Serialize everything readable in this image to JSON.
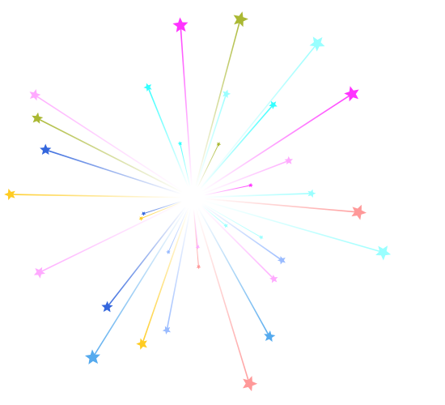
{
  "scene": {
    "type": "star-burst",
    "background": "#ffffff",
    "palette": {
      "magenta": "#ff33ff",
      "olive": "#aab833",
      "light_cyan": "#99ffff",
      "pink": "#ffaaff",
      "cyan": "#33ffff",
      "royal_blue": "#3366dd",
      "gold": "#ffcc22",
      "salmon": "#ff9999",
      "sky_blue": "#55aaee",
      "periwinkle": "#99bbff"
    },
    "rays": [
      {
        "color": "magenta",
        "length": 0.87,
        "star": "large"
      },
      {
        "color": "olive",
        "length": 0.93,
        "star": "large"
      },
      {
        "color": "light_cyan",
        "length": 1.0,
        "star": "large"
      },
      {
        "color": "pink",
        "length": 0.95,
        "star": "medium"
      },
      {
        "color": "olive",
        "length": 0.88,
        "star": "medium"
      },
      {
        "color": "royal_blue",
        "length": 0.78,
        "star": "medium"
      },
      {
        "color": "cyan",
        "length": 0.6,
        "star": "small"
      },
      {
        "color": "light_cyan",
        "length": 0.55,
        "star": "small"
      },
      {
        "color": "cyan",
        "length": 0.62,
        "star": "small"
      },
      {
        "color": "magenta",
        "length": 0.96,
        "star": "large"
      },
      {
        "color": "pink",
        "length": 0.52,
        "star": "small"
      },
      {
        "color": "magenta",
        "length": 0.3,
        "star": "tiny"
      },
      {
        "color": "light_cyan",
        "length": 0.6,
        "star": "small"
      },
      {
        "color": "salmon",
        "length": 0.84,
        "star": "large"
      },
      {
        "color": "light_cyan",
        "length": 1.0,
        "star": "large"
      },
      {
        "color": "light_cyan",
        "length": 0.4,
        "star": "tiny"
      },
      {
        "color": "periwinkle",
        "length": 0.55,
        "star": "small"
      },
      {
        "color": "pink",
        "length": 0.58,
        "star": "small"
      },
      {
        "color": "sky_blue",
        "length": 0.8,
        "star": "medium"
      },
      {
        "color": "salmon",
        "length": 0.98,
        "star": "large"
      },
      {
        "color": "salmon",
        "length": 0.35,
        "star": "tiny"
      },
      {
        "color": "periwinkle",
        "length": 0.68,
        "star": "small"
      },
      {
        "color": "gold",
        "length": 0.78,
        "star": "medium"
      },
      {
        "color": "sky_blue",
        "length": 0.95,
        "star": "large"
      },
      {
        "color": "royal_blue",
        "length": 0.7,
        "star": "medium"
      },
      {
        "color": "pink",
        "length": 0.86,
        "star": "medium"
      },
      {
        "color": "gold",
        "length": 0.92,
        "star": "medium"
      },
      {
        "color": "periwinkle",
        "length": 0.3,
        "star": "tiny"
      },
      {
        "color": "gold",
        "length": 0.28,
        "star": "tiny"
      },
      {
        "color": "royal_blue",
        "length": 0.26,
        "star": "tiny"
      },
      {
        "color": "olive",
        "length": 0.3,
        "star": "tiny"
      },
      {
        "color": "pink",
        "length": 0.25,
        "star": "tiny"
      },
      {
        "color": "light_cyan",
        "length": 0.22,
        "star": "tiny"
      },
      {
        "color": "cyan",
        "length": 0.28,
        "star": "tiny"
      }
    ]
  }
}
